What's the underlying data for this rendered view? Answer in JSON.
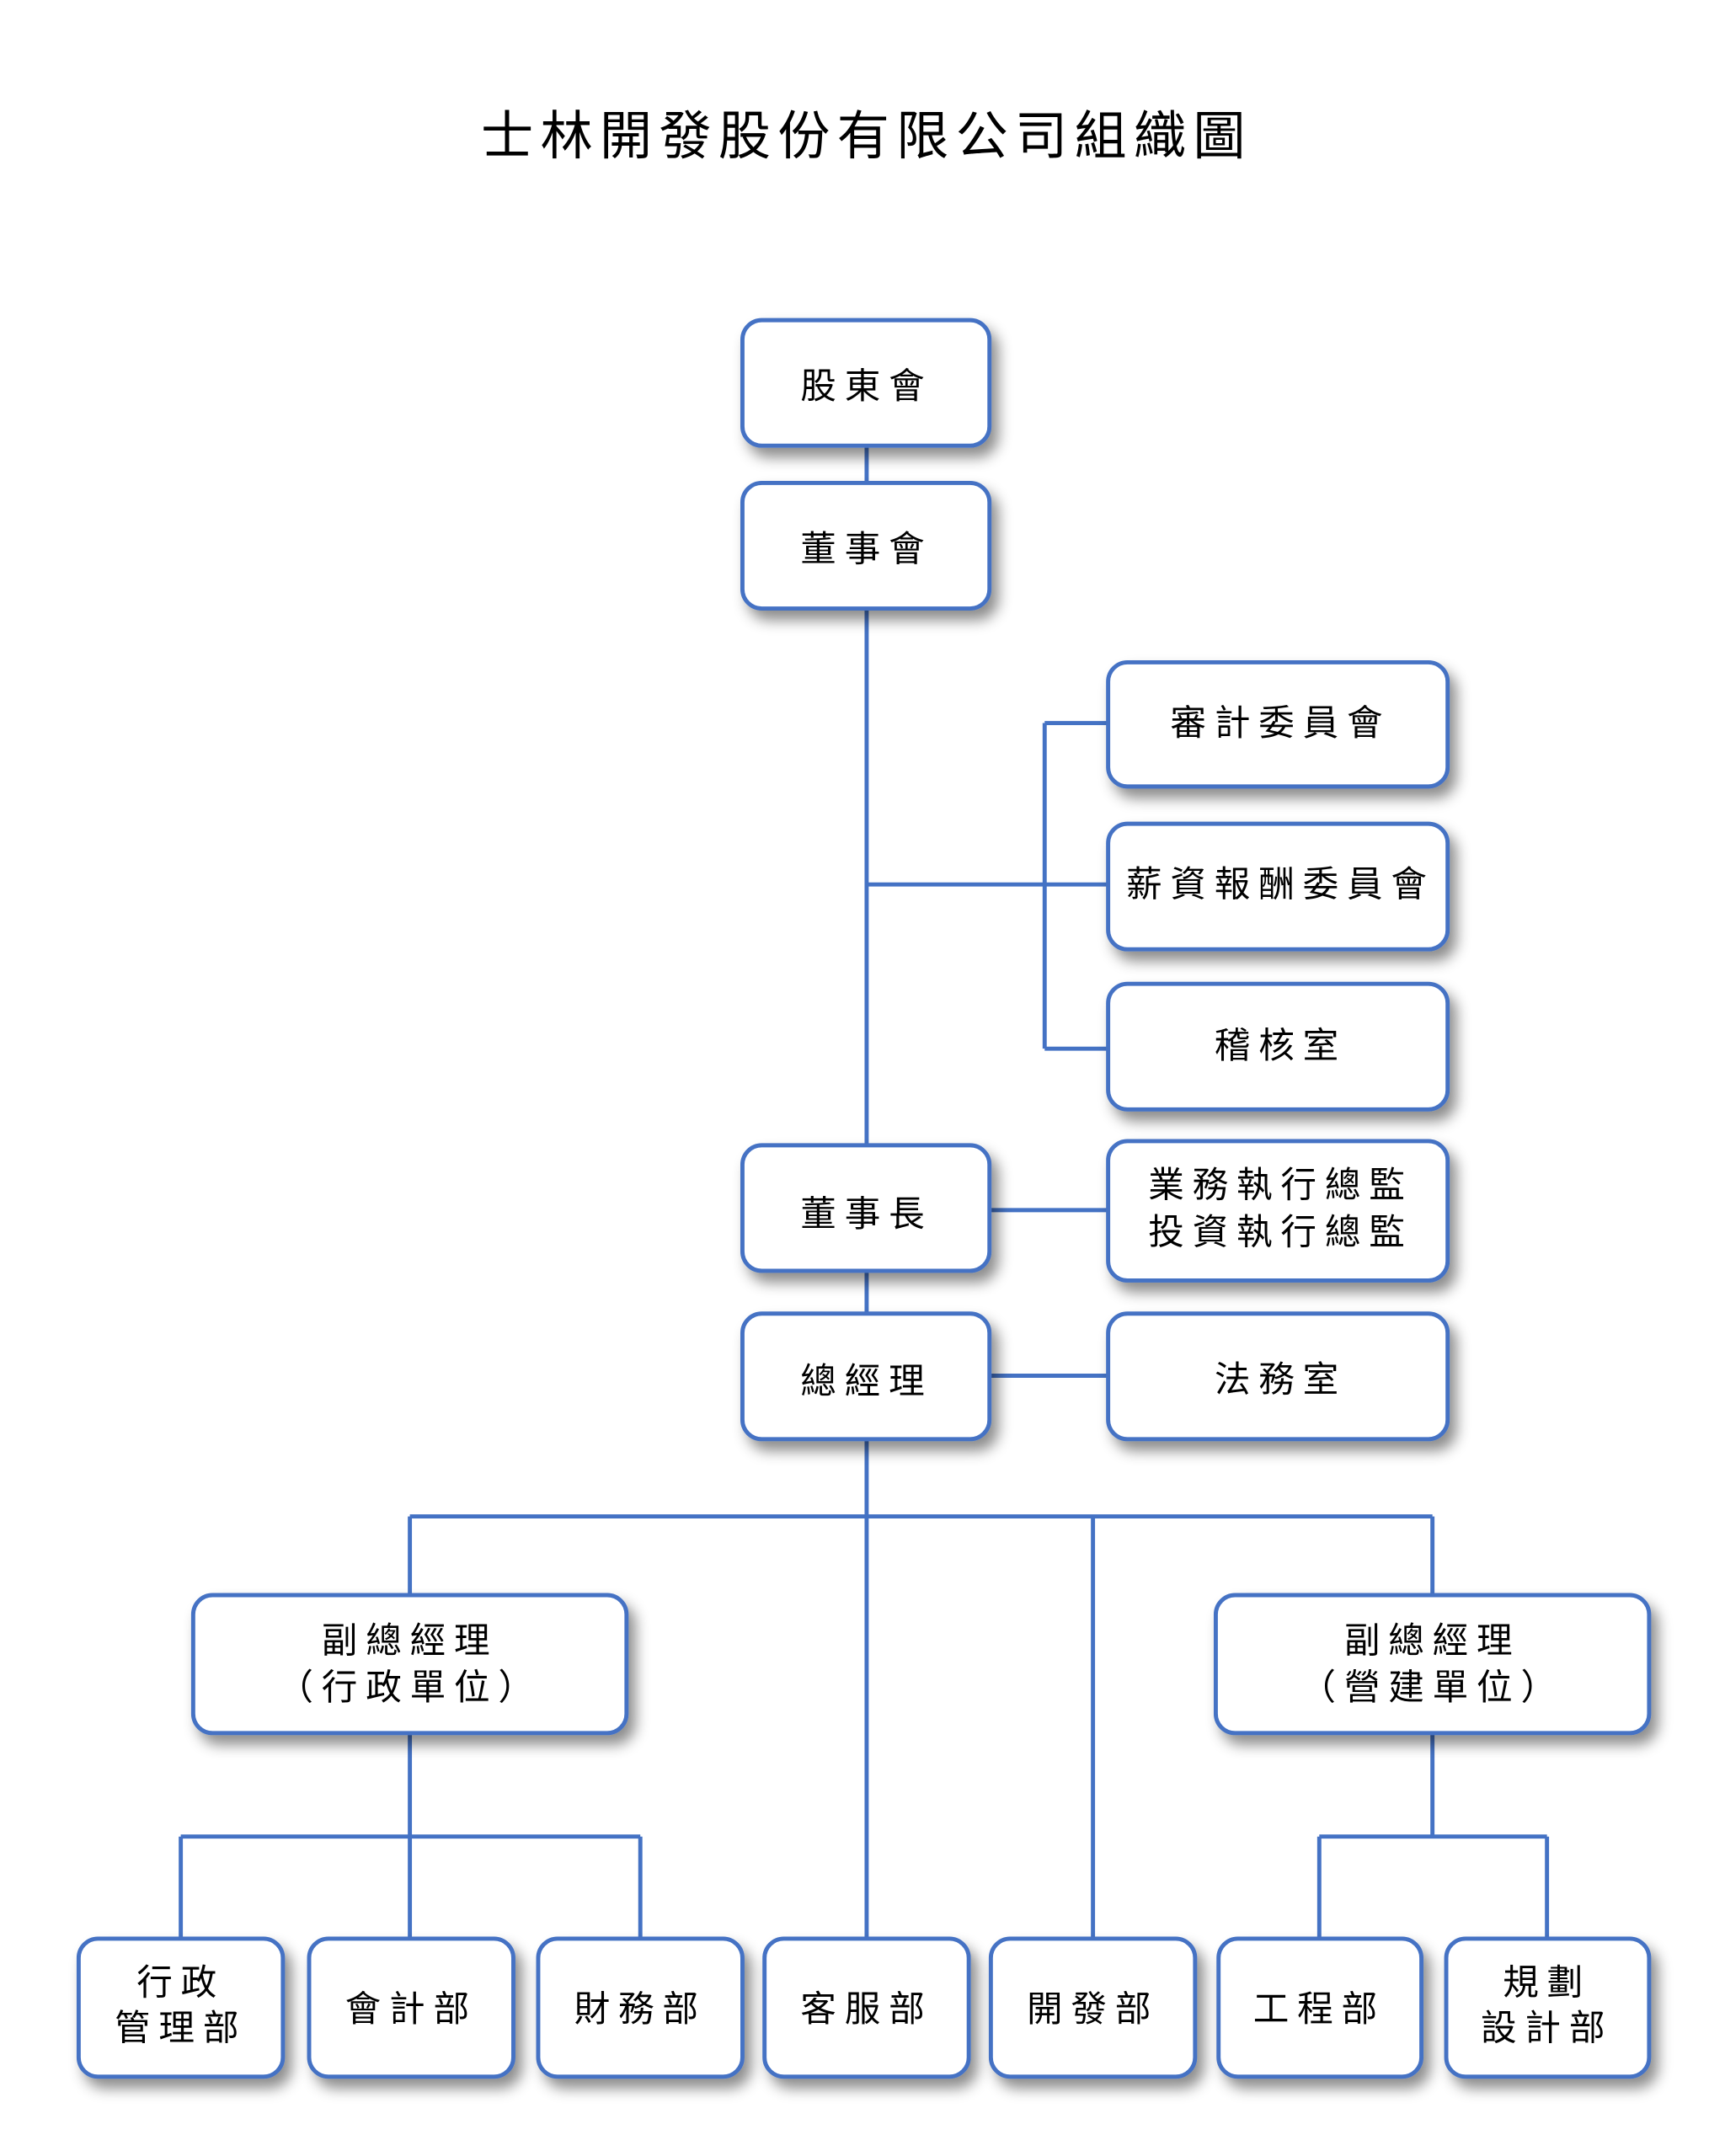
{
  "title": "士林開發股份有限公司組織圖",
  "colors": {
    "line": "#4472c4",
    "box_fill": "#ffffff",
    "text": "#000000"
  },
  "nodes": {
    "shareholders": "股東會",
    "board": "董事會",
    "audit_committee": "審計委員會",
    "compensation_committee": "薪資報酬委員會",
    "internal_audit": "稽核室",
    "chairman": "董事長",
    "directors": [
      "業務執行總監",
      "投資執行總監"
    ],
    "president": "總經理",
    "legal": "法務室",
    "vp_admin": [
      "副總經理",
      "（行政單位）"
    ],
    "vp_construction": [
      "副總經理",
      "（營建單位）"
    ],
    "admin_mgmt": [
      "行政",
      "管理部"
    ],
    "accounting": "會計部",
    "finance": "財務部",
    "customer_service": "客服部",
    "development": "開發部",
    "engineering": "工程部",
    "planning_design": [
      "規劃",
      "設計部"
    ]
  }
}
